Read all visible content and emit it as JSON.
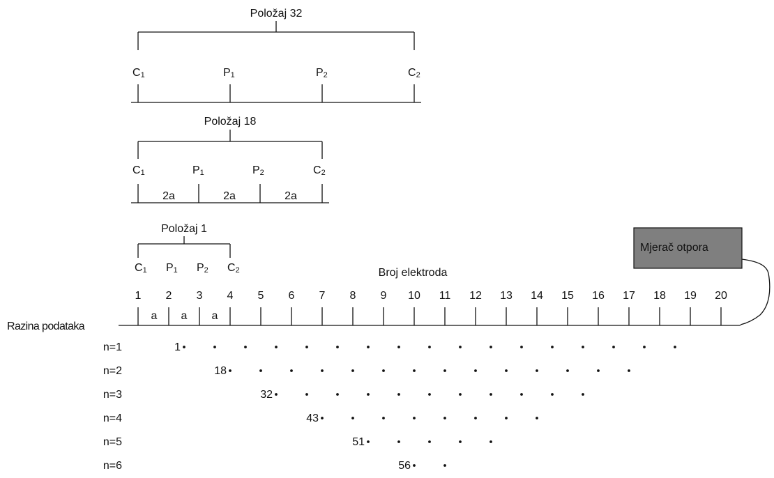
{
  "configurations": [
    {
      "title": "Položaj 32",
      "electrodes": [
        {
          "letter": "C",
          "index": "1"
        },
        {
          "letter": "P",
          "index": "1"
        },
        {
          "letter": "P",
          "index": "2"
        },
        {
          "letter": "C",
          "index": "2"
        }
      ],
      "spacing_labels": []
    },
    {
      "title": "Položaj 18",
      "electrodes": [
        {
          "letter": "C",
          "index": "1"
        },
        {
          "letter": "P",
          "index": "1"
        },
        {
          "letter": "P",
          "index": "2"
        },
        {
          "letter": "C",
          "index": "2"
        }
      ],
      "spacing_labels": [
        "2a",
        "2a",
        "2a"
      ]
    },
    {
      "title": "Položaj 1",
      "electrodes": [
        {
          "letter": "C",
          "index": "1"
        },
        {
          "letter": "P",
          "index": "1"
        },
        {
          "letter": "P",
          "index": "2"
        },
        {
          "letter": "C",
          "index": "2"
        }
      ],
      "spacing_labels": []
    }
  ],
  "electrode_axis": {
    "title": "Broj elektroda",
    "numbers": [
      "1",
      "2",
      "3",
      "4",
      "5",
      "6",
      "7",
      "8",
      "9",
      "10",
      "11",
      "12",
      "13",
      "14",
      "15",
      "16",
      "17",
      "18",
      "19",
      "20"
    ],
    "spacing_labels": [
      "a",
      "a",
      "a"
    ]
  },
  "resistance_meter": {
    "label": "Mjerač otpora",
    "fill_color": "#7f7f7f"
  },
  "data_levels": {
    "axis_label": "Razina podataka",
    "levels": [
      {
        "label": "n=1",
        "first_point_label": "1",
        "points": 17
      },
      {
        "label": "n=2",
        "first_point_label": "18",
        "points": 14
      },
      {
        "label": "n=3",
        "first_point_label": "32",
        "points": 11
      },
      {
        "label": "n=4",
        "first_point_label": "43",
        "points": 8
      },
      {
        "label": "n=5",
        "first_point_label": "51",
        "points": 5
      },
      {
        "label": "n=6",
        "first_point_label": "56",
        "points": 2
      }
    ]
  }
}
